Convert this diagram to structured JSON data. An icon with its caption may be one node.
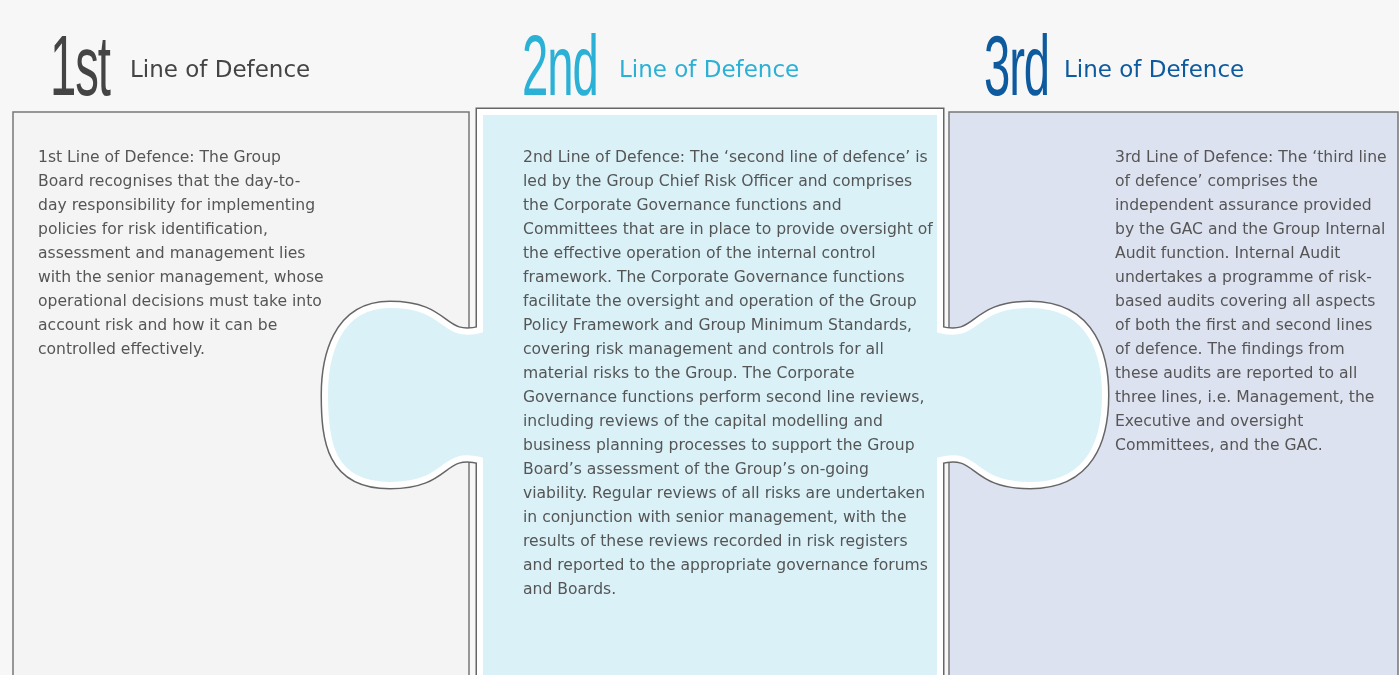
{
  "diagram": {
    "nodes": [
      {
        "text": [
          "1st",
          "Line of Defence",
          "1st Line of Defence: The Group Board recognises that the day-to-day responsibility for implementing policies for risk identification, assessment and management lies with the senior management, whose operational decisions must take into account risk and how it can be controlled effectively."
        ]
      },
      {
        "text": [
          "2nd",
          "Line of Defence",
          "2nd Line of Defence: The ‘second line of defence’ is led by the Group Chief Risk Officer and comprises the Corporate Governance functions and Committees that are in place to provide oversight of the effective operation of the internal control framework. The Corporate Governance functions facilitate the oversight and operation of the Group Policy Framework and Group Minimum Standards, covering risk management and controls for all material risks to the Group. The Corporate Governance functions perform second line reviews, including reviews of the capital modelling and business planning processes to support the Group Board’s assessment of the Group’s on-going viability. Regular reviews of all risks are undertaken in conjunction with senior management, with the results of these reviews recorded in risk registers and reported to the appropriate governance forums and Boards."
        ]
      },
      {
        "text": [
          "3rd",
          "Line of Defence",
          "3rd Line of Defence: The ‘third line of defence’ comprises the independent assurance provided by the GAC and the Group Internal Audit function. Internal Audit undertakes a programme of risk-based audits covering all aspects of both the first and second lines of defence. The findings from these audits are reported to all three lines, i.e. Management, the Executive and oversight Committees, and the GAC."
        ]
      }
    ]
  }
}
